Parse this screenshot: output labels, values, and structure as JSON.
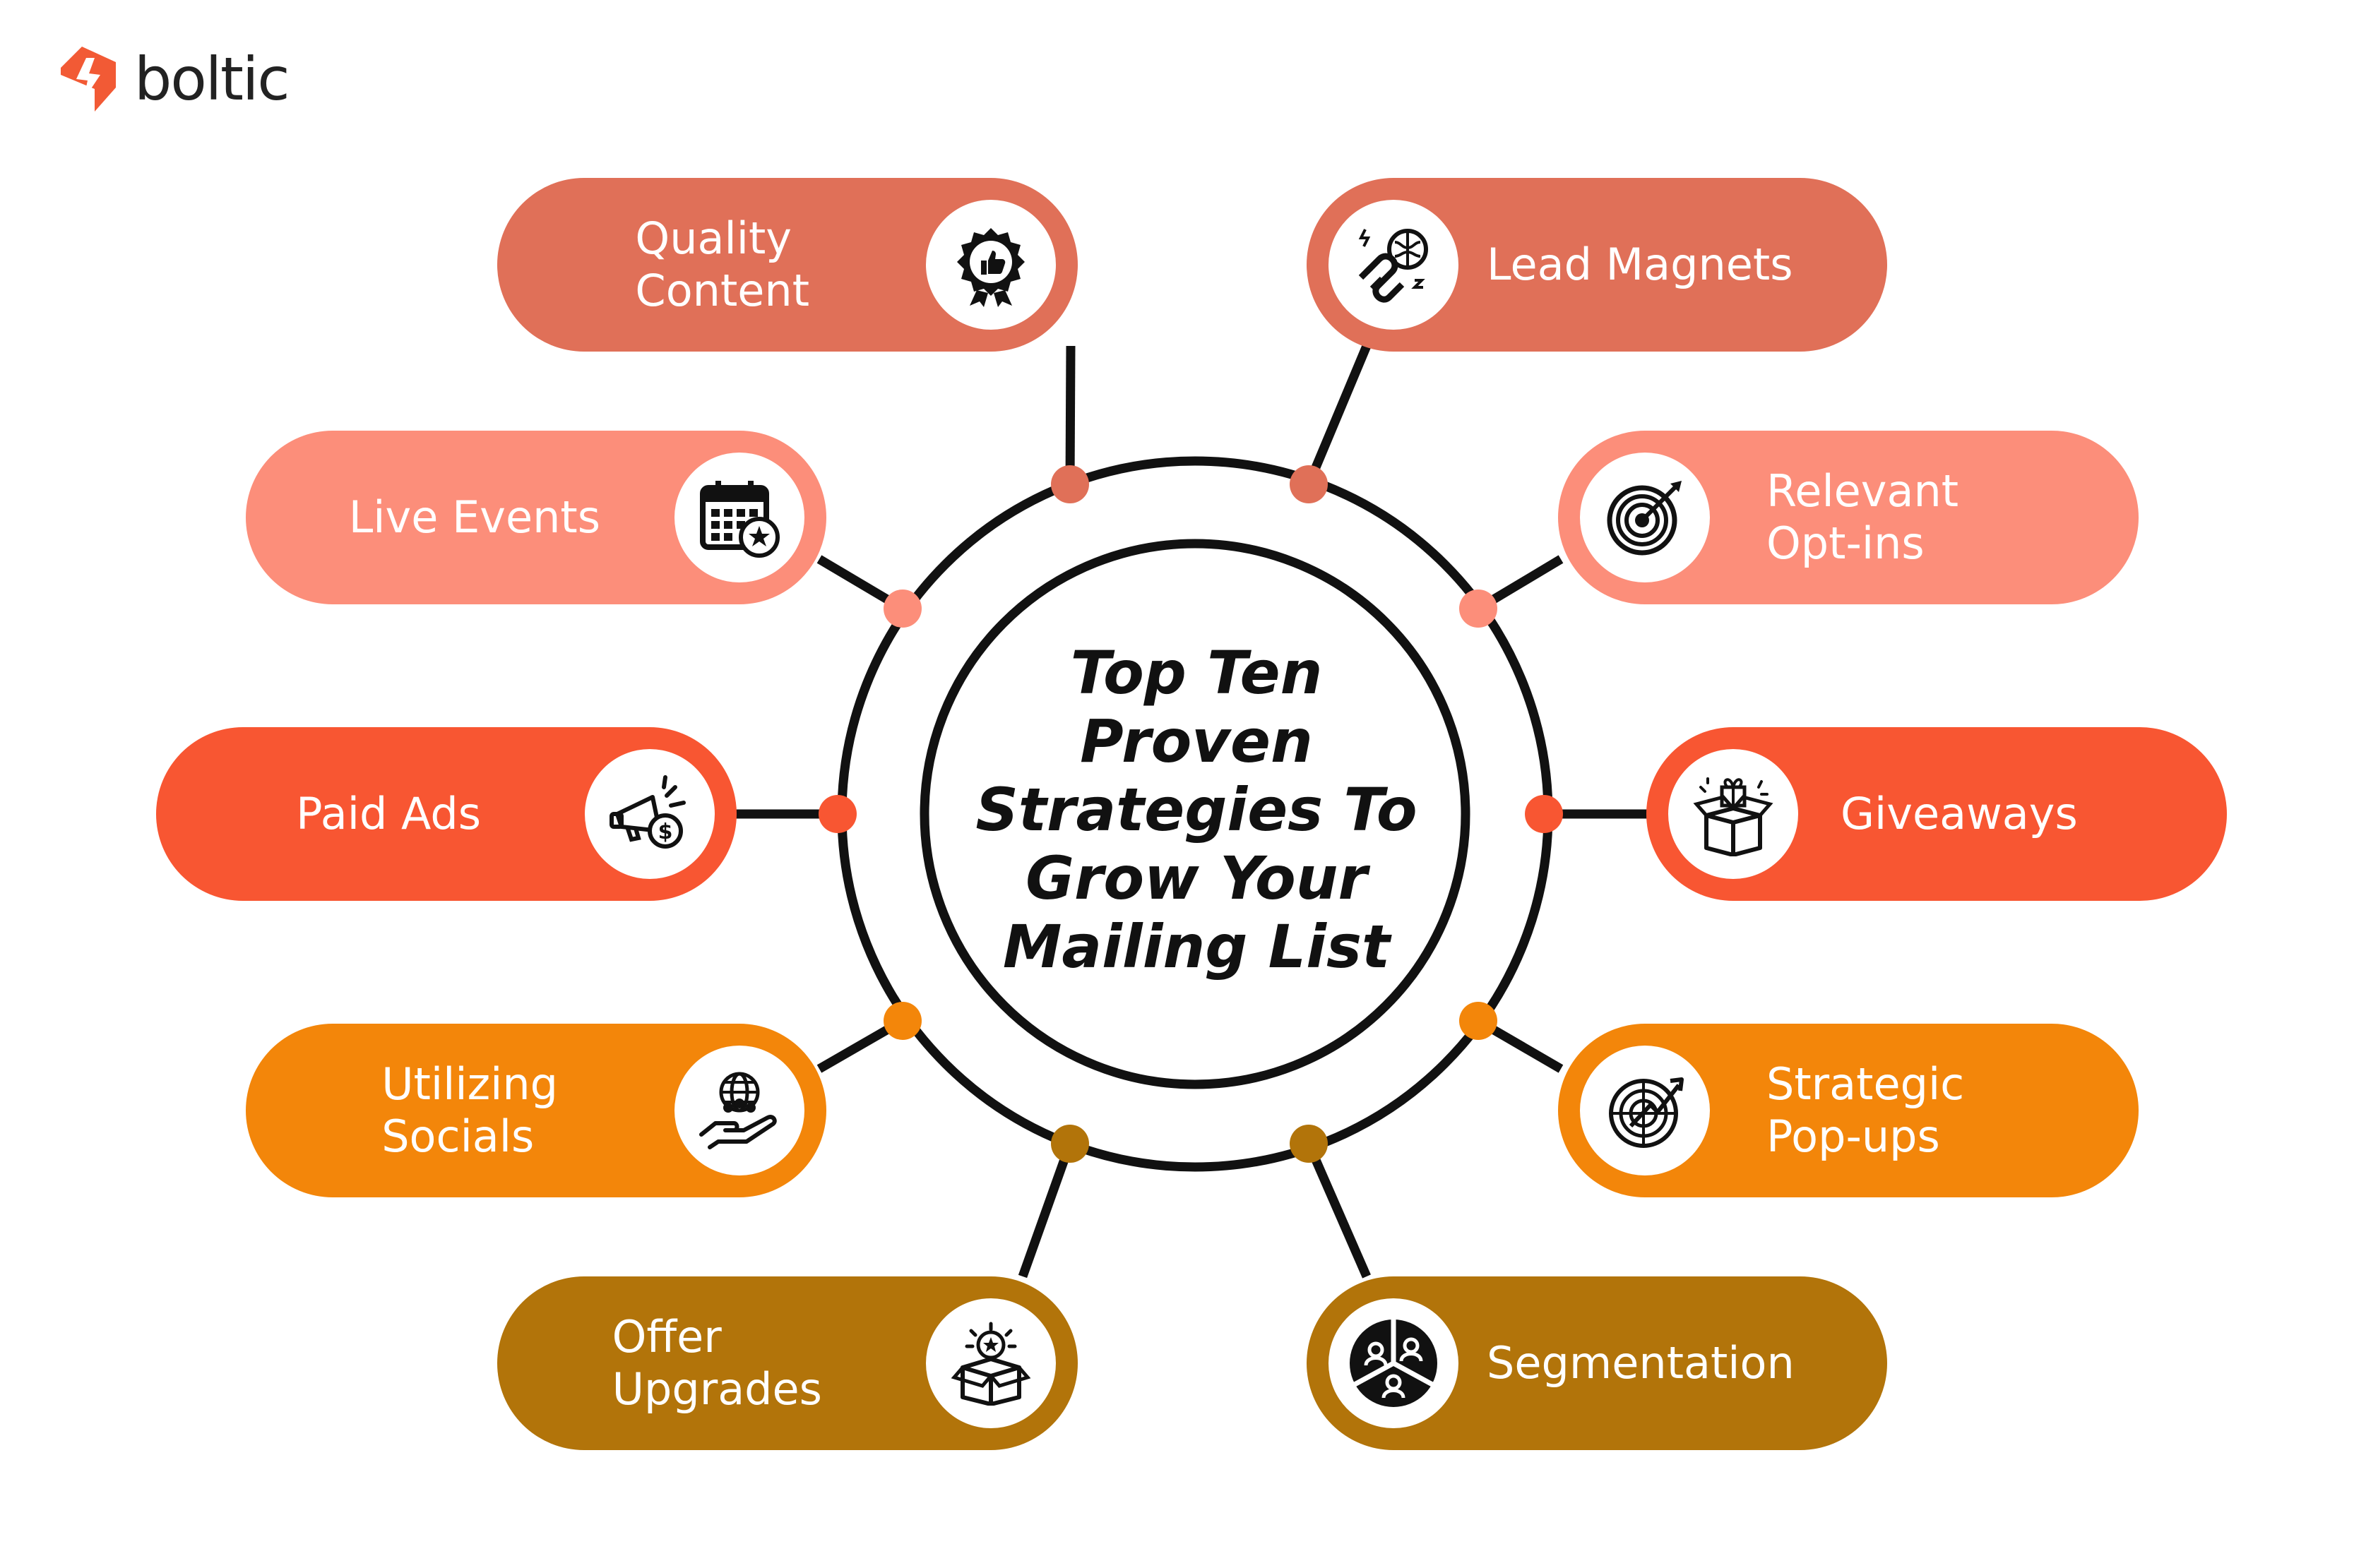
{
  "brand": {
    "name": "boltic",
    "logo_color": "#F25A35"
  },
  "title": "Top Ten\nProven\nStrategies To\nGrow Your\nMailing List",
  "strategies": [
    {
      "label": "Quality\nContent",
      "icon": "award-thumbs-up-icon",
      "color": "#E07058"
    },
    {
      "label": "Lead Magnets",
      "icon": "magnet-brain-icon",
      "color": "#E07058"
    },
    {
      "label": "Live Events",
      "icon": "calendar-star-icon",
      "color": "#FC8E7A"
    },
    {
      "label": "Relevant\nOpt-ins",
      "icon": "target-dart-icon",
      "color": "#FC8E7A"
    },
    {
      "label": "Paid Ads",
      "icon": "megaphone-dollar-icon",
      "color": "#F85632"
    },
    {
      "label": "Giveaways",
      "icon": "gift-box-icon",
      "color": "#F85632"
    },
    {
      "label": "Utilizing\nSocials",
      "icon": "hand-globe-people-icon",
      "color": "#F3860A"
    },
    {
      "label": "Strategic\nPop-ups",
      "icon": "radar-arrow-icon",
      "color": "#F3860A"
    },
    {
      "label": "Offer\nUpgrades",
      "icon": "box-star-icon",
      "color": "#B2740A"
    },
    {
      "label": "Segmentation",
      "icon": "pie-people-icon",
      "color": "#B2740A"
    }
  ]
}
